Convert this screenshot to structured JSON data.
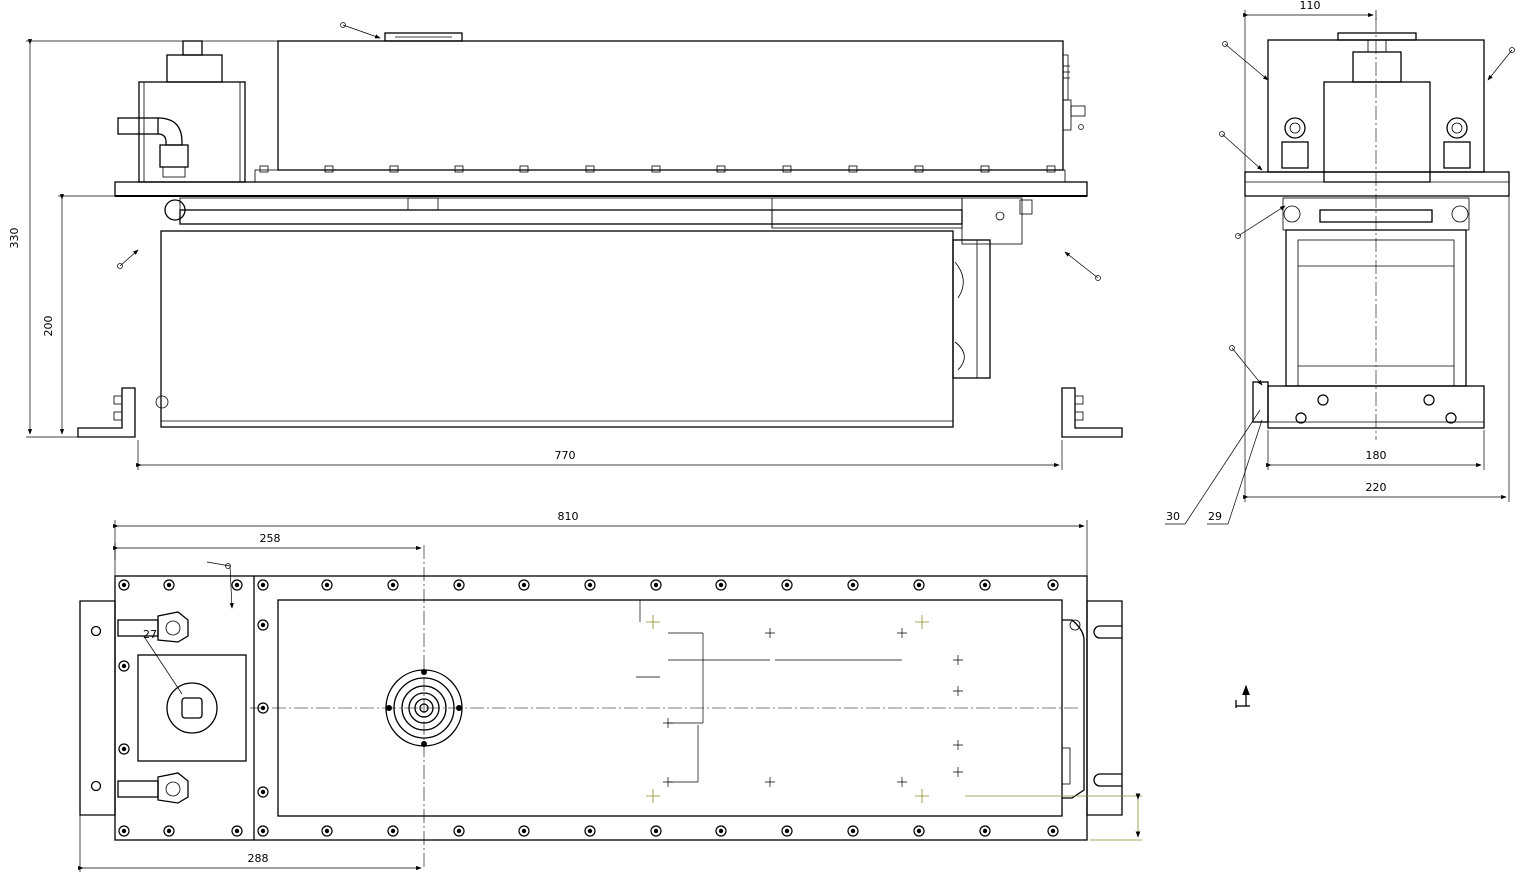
{
  "side_view": {
    "overall_height": "330",
    "base_height": "200",
    "length": "770"
  },
  "end_view": {
    "top_width": "110",
    "base_width": "180",
    "overall_width": "220",
    "balloons": [
      "30",
      "29"
    ]
  },
  "plan_view": {
    "overall_length": "810",
    "pump_offset": "258",
    "bracket_offset": "288",
    "balloon": "27"
  }
}
